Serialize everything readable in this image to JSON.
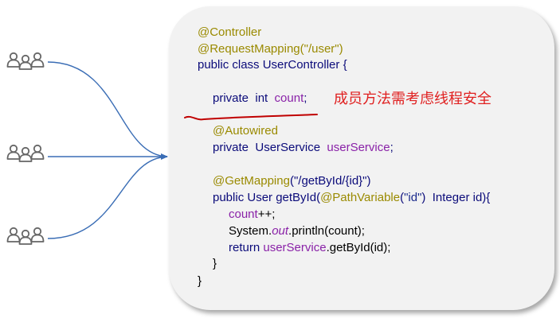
{
  "code": {
    "line1": "@Controller",
    "line2": "@RequestMapping(\"/user\")",
    "line3_keyword": "public class ",
    "line3_name": "UserController {",
    "line4_keyword": "private  int  ",
    "line4_field": "count",
    "line4_end": ";",
    "line5": "@Autowired",
    "line6_keyword": "private  ",
    "line6_type": "UserService  ",
    "line6_field": "userService",
    "line6_end": ";",
    "line7_ann": "@GetMapping",
    "line7_args": "(\"/getById/{id}\")",
    "line8_a": "public ",
    "line8_b": "User ",
    "line8_c": "getById(",
    "line8_d": "@PathVariable",
    "line8_e": "(",
    "line8_f": "\"id\"",
    "line8_g": ")  Integer id){",
    "line9_field": "count",
    "line9_end": "++;",
    "line10_a": "System.",
    "line10_b": "out",
    "line10_c": ".println(count);",
    "line11_a": "return ",
    "line11_b": "userService",
    "line11_c": ".getById(id);",
    "line12": "}",
    "line13": "}"
  },
  "note": "成员方法需考虑线程安全",
  "colors": {
    "arrow": "#3a6db5",
    "user_icon": "#666666",
    "note": "#e02020",
    "underline": "#c00000",
    "card_bg": "#f2f2f2"
  },
  "icons": [
    "users-icon",
    "users-icon",
    "users-icon"
  ]
}
